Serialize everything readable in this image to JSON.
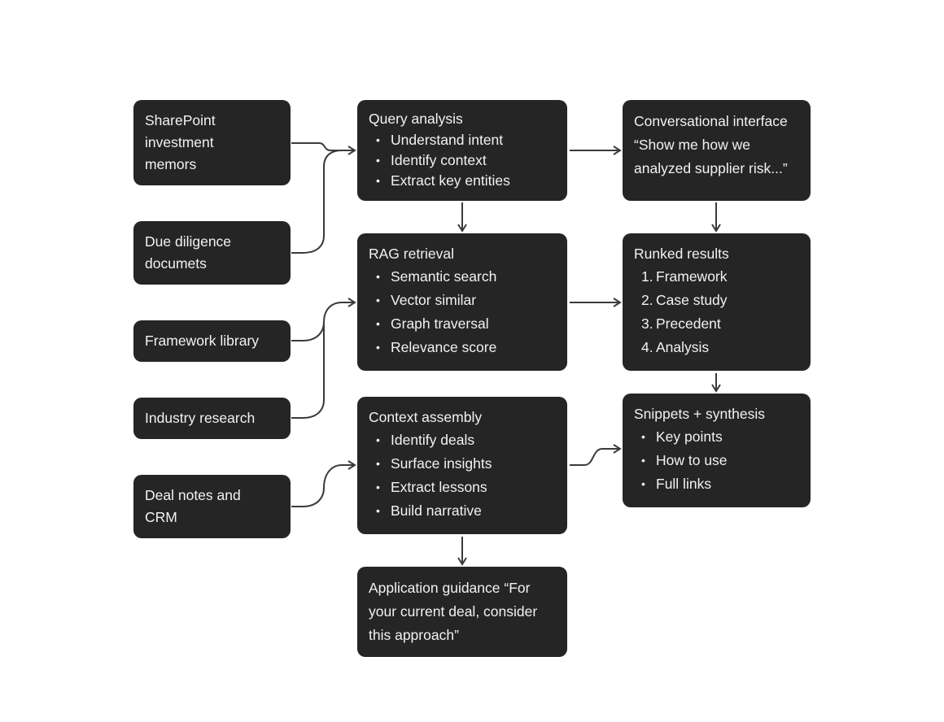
{
  "sources": [
    {
      "id": "sharepoint",
      "label": "SharePoint investment memors"
    },
    {
      "id": "due-diligence",
      "label": "Due diligence documets"
    },
    {
      "id": "framework-library",
      "label": "Framework library"
    },
    {
      "id": "industry-research",
      "label": "Industry research"
    },
    {
      "id": "deal-notes",
      "label": "Deal notes and CRM"
    }
  ],
  "query_analysis": {
    "title": "Query analysis",
    "items": [
      "Understand intent",
      "Identify context",
      "Extract key entities"
    ]
  },
  "rag_retrieval": {
    "title": "RAG retrieval",
    "items": [
      "Semantic search",
      "Vector similar",
      "Graph traversal",
      "Relevance score"
    ]
  },
  "context_assembly": {
    "title": "Context assembly",
    "items": [
      "Identify deals",
      "Surface insights",
      "Extract lessons",
      "Build narrative"
    ]
  },
  "application_guidance": {
    "text": "Application guidance “For your current deal, consider this approach”"
  },
  "conversational_interface": {
    "title": "Conversational interface",
    "quote": "“Show me how we analyzed supplier risk...”"
  },
  "ranked_results": {
    "title": "Runked results",
    "items": [
      {
        "n": "1.",
        "label": "Framework"
      },
      {
        "n": "2.",
        "label": "Case study"
      },
      {
        "n": "3.",
        "label": "Precedent"
      },
      {
        "n": "4.",
        "label": "Analysis"
      }
    ]
  },
  "snippets": {
    "title": "Snippets + synthesis",
    "items": [
      "Key points",
      "How to use",
      "Full links"
    ]
  },
  "colors": {
    "node_bg": "#252525",
    "node_text": "#f2f2f2",
    "connector": "#3a3a3a",
    "background": "#ffffff"
  }
}
